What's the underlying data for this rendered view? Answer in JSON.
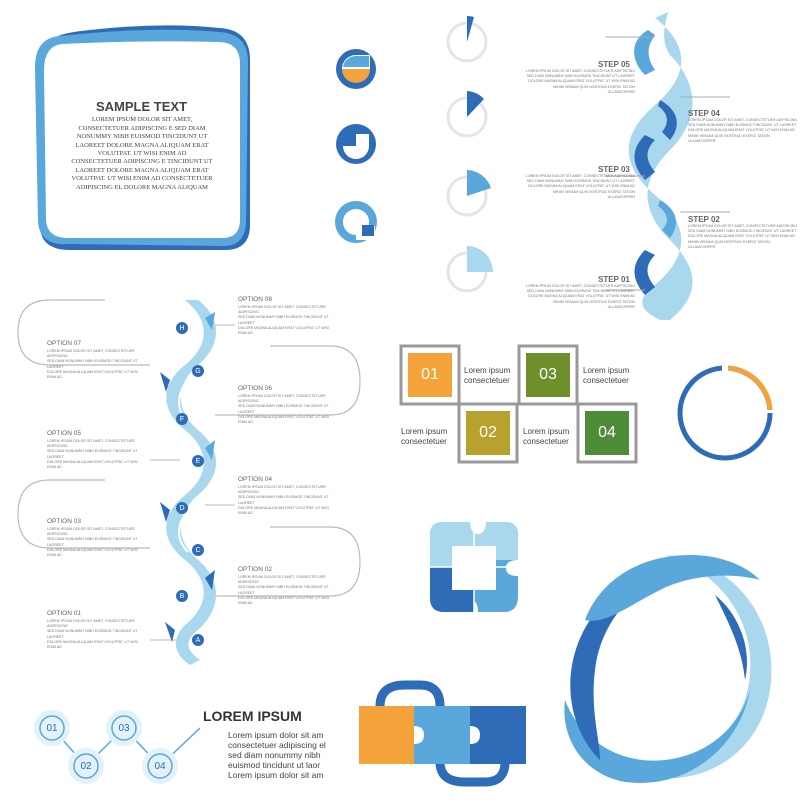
{
  "colors": {
    "blue_dark": "#2e6cb8",
    "blue_mid": "#5aa7dc",
    "blue_light": "#a9d8ee",
    "orange": "#f4a23a",
    "gray": "#bbbbbb",
    "olive": "#6f8f2d",
    "gold": "#b8a22e",
    "green": "#4f8c3a"
  },
  "sample_panel": {
    "title": "SAMPLE TEXT",
    "paragraph1": "LOREM IPSUM DOLOR SIT AMET, CONSECTETUER ADIPISCING E SED DIAM NONUMMY NIBH EUISMOD TINCIDUNT UT LAOREET DOLORE MAGNA ALIQUAM ERAT VOLUTPAT. UT WISI ENIM AD",
    "paragraph2": "CONSECTETUER ADIPISCING E TINCIDUNT UT LAOREET DOLORE MAGNA ALIQUAM ERAT VOLUTPAT. UT WISI ENIM AD CONSECTETUER ADIPISCING EL DOLORE MAGNA ALIQUAM"
  },
  "steps": {
    "labels": [
      "STEP 05",
      "STEP 04",
      "STEP 03",
      "STEP 02",
      "STEP 01"
    ],
    "blurb": "LOREM IPSUM DOLOR SIT AMET, CONSECTETUER ADIPISCING\nSED DIAM NONUMMY NIBH EUISMOD TINCIDUNT UT LAOREET\nDOLORE MAGNA ALIQUAM ERAT VOLUTPAT. UT WISI ENIM AD\nMINIM VENIAM QUIS NOSTRUD EXERCI TATION ULLAMCORPER"
  },
  "options": {
    "labels": [
      "OPTION 08",
      "OPTION 07",
      "OPTION 06",
      "OPTION 05",
      "OPTION 04",
      "OPTION 03",
      "OPTION 02",
      "OPTION 01"
    ],
    "letters": [
      "H",
      "G",
      "F",
      "E",
      "D",
      "C",
      "B",
      "A"
    ],
    "blurb": "LOREM IPSUM DOLOR SIT AMET, CONSECTETUER ADIPISCING\nSED DIAM NONUMMY NIBH EUISMOD TINCIDUNT UT LAOREET\nDOLORE MAGNA ALIQUAM ERAT VOLUTPAT. UT WISI ENIM AD"
  },
  "squares": {
    "items": [
      {
        "num": "01",
        "text1": "Lorem ipsum",
        "text2": "consectetuer"
      },
      {
        "num": "02",
        "text1": "Lorem ipsum",
        "text2": "consectetuer"
      },
      {
        "num": "03",
        "text1": "Lorem ipsum",
        "text2": "consectetuer"
      },
      {
        "num": "04",
        "text1": "Lorem ipsum",
        "text2": "consectetuer"
      }
    ]
  },
  "circles_process": {
    "nums": [
      "01",
      "02",
      "03",
      "04"
    ]
  },
  "lorem_block": {
    "title": "LOREM IPSUM",
    "lines": [
      "Lorem ipsum dolor sit am",
      "consectetuer adipiscing el",
      "sed diam nonummy nibh",
      "euismod tincidunt ut laor",
      "Lorem ipsum dolor sit am"
    ]
  }
}
